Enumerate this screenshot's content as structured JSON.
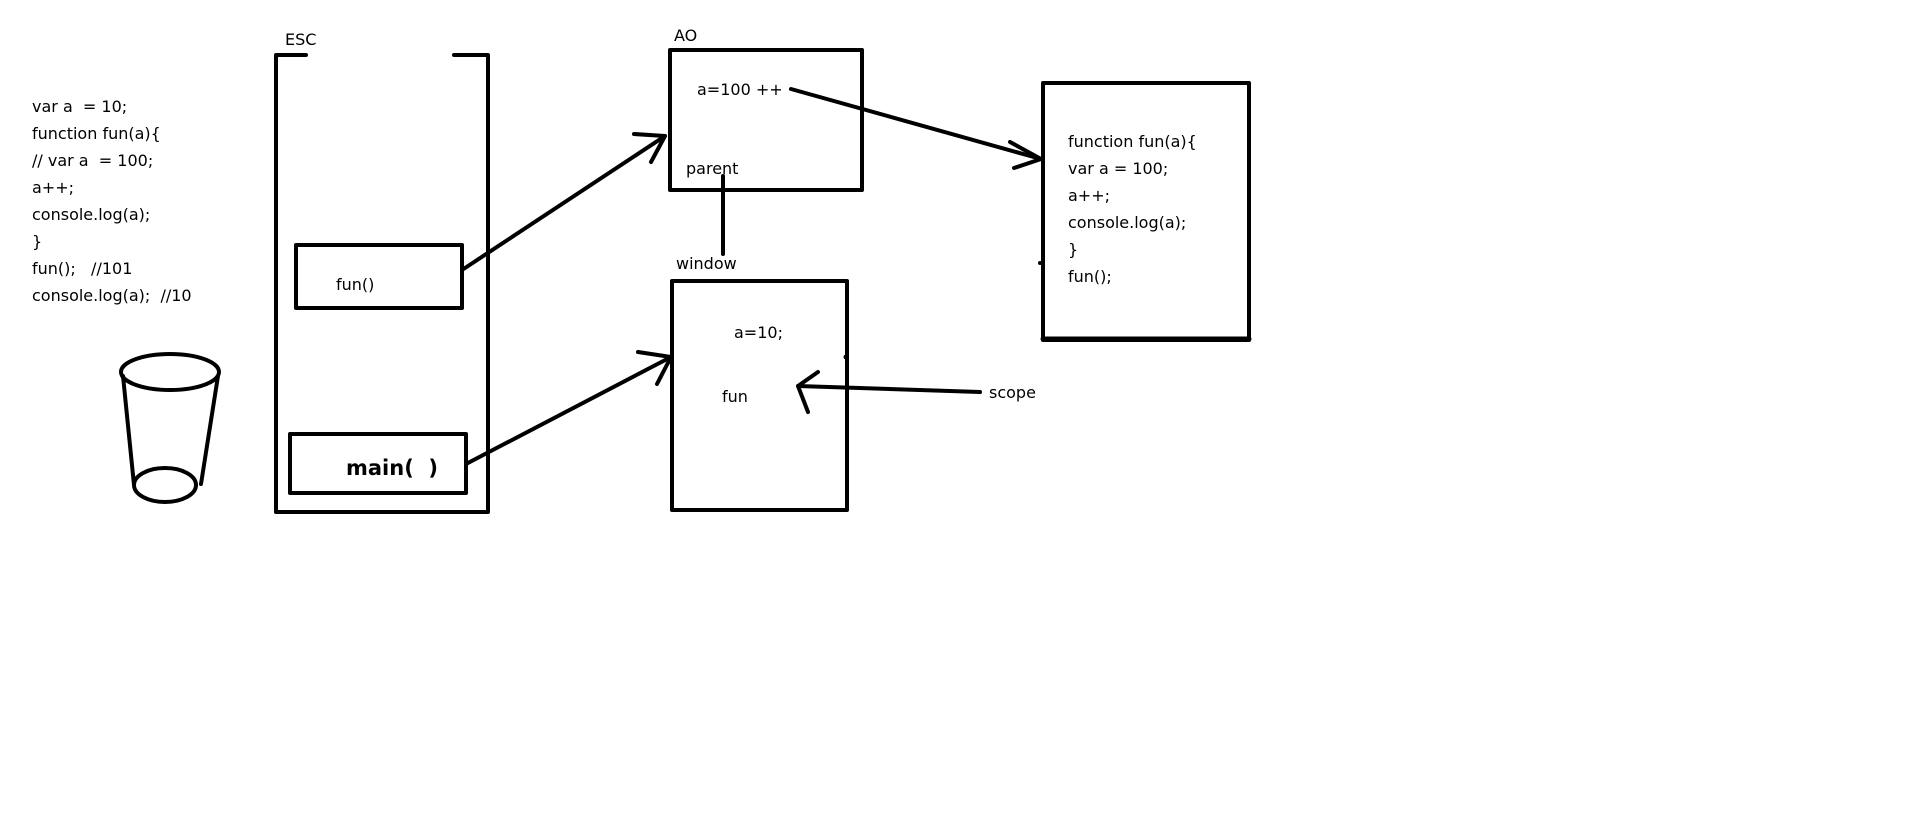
{
  "code_left": {
    "lines": [
      "var a  = 10;",
      "function fun(a){",
      "// var a  = 100;",
      "a++;",
      "console.log(a);",
      "}",
      "fun();   //101",
      "console.log(a);  //10"
    ]
  },
  "esc": {
    "label": "ESC",
    "fun_frame": "fun()",
    "main_frame": "main(  )"
  },
  "ao": {
    "label": "AO",
    "value": "a=100 ++",
    "parent": "parent"
  },
  "window": {
    "label": "window",
    "value": "a=10;",
    "fun": "fun"
  },
  "scope_label": "scope",
  "code_right": {
    "lines": [
      "function fun(a){",
      "var a = 100;",
      "a++;",
      "console.log(a);",
      "}",
      "fun();"
    ]
  },
  "icons": {
    "trash": "trash-cup-icon"
  }
}
